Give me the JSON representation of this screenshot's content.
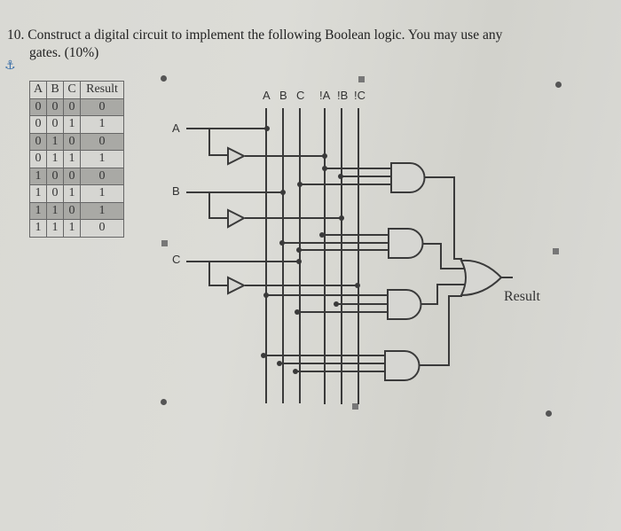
{
  "question": {
    "number": "10.",
    "text_line1": "Construct a digital circuit to implement the following Boolean logic. You may use any",
    "text_line2": "gates. (10%)"
  },
  "icons": {
    "anchor": "⚓"
  },
  "truth_table": {
    "headers": [
      "A",
      "B",
      "C",
      "Result"
    ],
    "rows": [
      [
        "0",
        "0",
        "0",
        "0"
      ],
      [
        "0",
        "0",
        "1",
        "1"
      ],
      [
        "0",
        "1",
        "0",
        "0"
      ],
      [
        "0",
        "1",
        "1",
        "1"
      ],
      [
        "1",
        "0",
        "0",
        "0"
      ],
      [
        "1",
        "0",
        "1",
        "1"
      ],
      [
        "1",
        "1",
        "0",
        "1"
      ],
      [
        "1",
        "1",
        "1",
        "0"
      ]
    ]
  },
  "circuit": {
    "inputs": [
      "A",
      "B",
      "C"
    ],
    "bus_labels": [
      "A",
      "B",
      "C",
      "!A",
      "!B",
      "!C"
    ],
    "output_label": "Result",
    "and_gates": [
      {
        "inputs": [
          "!A",
          "!B",
          "C"
        ]
      },
      {
        "inputs": [
          "!A",
          "B",
          "C"
        ]
      },
      {
        "inputs": [
          "A",
          "!B",
          "C"
        ]
      },
      {
        "inputs": [
          "A",
          "B",
          "!C"
        ]
      }
    ],
    "or_gate": {
      "inputs": 4
    }
  }
}
